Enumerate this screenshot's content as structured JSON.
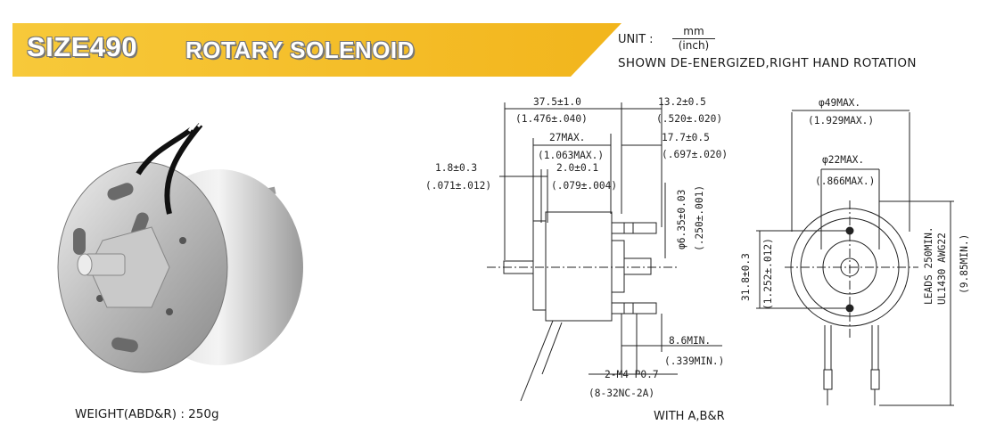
{
  "header": {
    "title_size": "SIZE490",
    "title_rest": "ROTARY SOLENOID",
    "unit_label": "UNIT :",
    "unit_top": "mm",
    "unit_bottom": "(inch)",
    "subtitle": "SHOWN DE-ENERGIZED,RIGHT HAND ROTATION"
  },
  "photo_caption": "WEIGHT(ABD&R) : 250g",
  "side_view_caption": "WITH A,B&R",
  "dimensions": {
    "d1_top": "37.5±1.0",
    "d1_bot": "(1.476±.040)",
    "d2_top": "13.2±0.5",
    "d2_bot": "(.520±.020)",
    "d3_top": "27MAX.",
    "d3_bot": "(1.063MAX.)",
    "d4_top": "17.7±0.5",
    "d4_bot": "(.697±.020)",
    "d5_top": "1.8±0.3",
    "d5_bot": "(.071±.012)",
    "d6_top": "2.0±0.1",
    "d6_bot": "(.079±.004)",
    "d7_top": "φ6.35±0.03",
    "d7_bot": "(.250±.001)",
    "d8_top": "8.6MIN.",
    "d8_bot": "(.339MIN.)",
    "d9_top": "2-M4 P0.7",
    "d9_bot": "(8-32NC-2A)",
    "e1_top": "φ49MAX.",
    "e1_bot": "(1.929MAX.)",
    "e2_top": "φ22MAX.",
    "e2_bot": "(.866MAX.)",
    "e3_top": "31.8±0.3",
    "e3_bot": "(1.252±.012)",
    "e4_a": "LEADS 250MIN.",
    "e4_b": "UL1430 AWG22",
    "e4_c": "(9.85MIN.)"
  },
  "colors": {
    "banner_gold": "#f2b51c",
    "banner_light": "#f9d35f"
  }
}
